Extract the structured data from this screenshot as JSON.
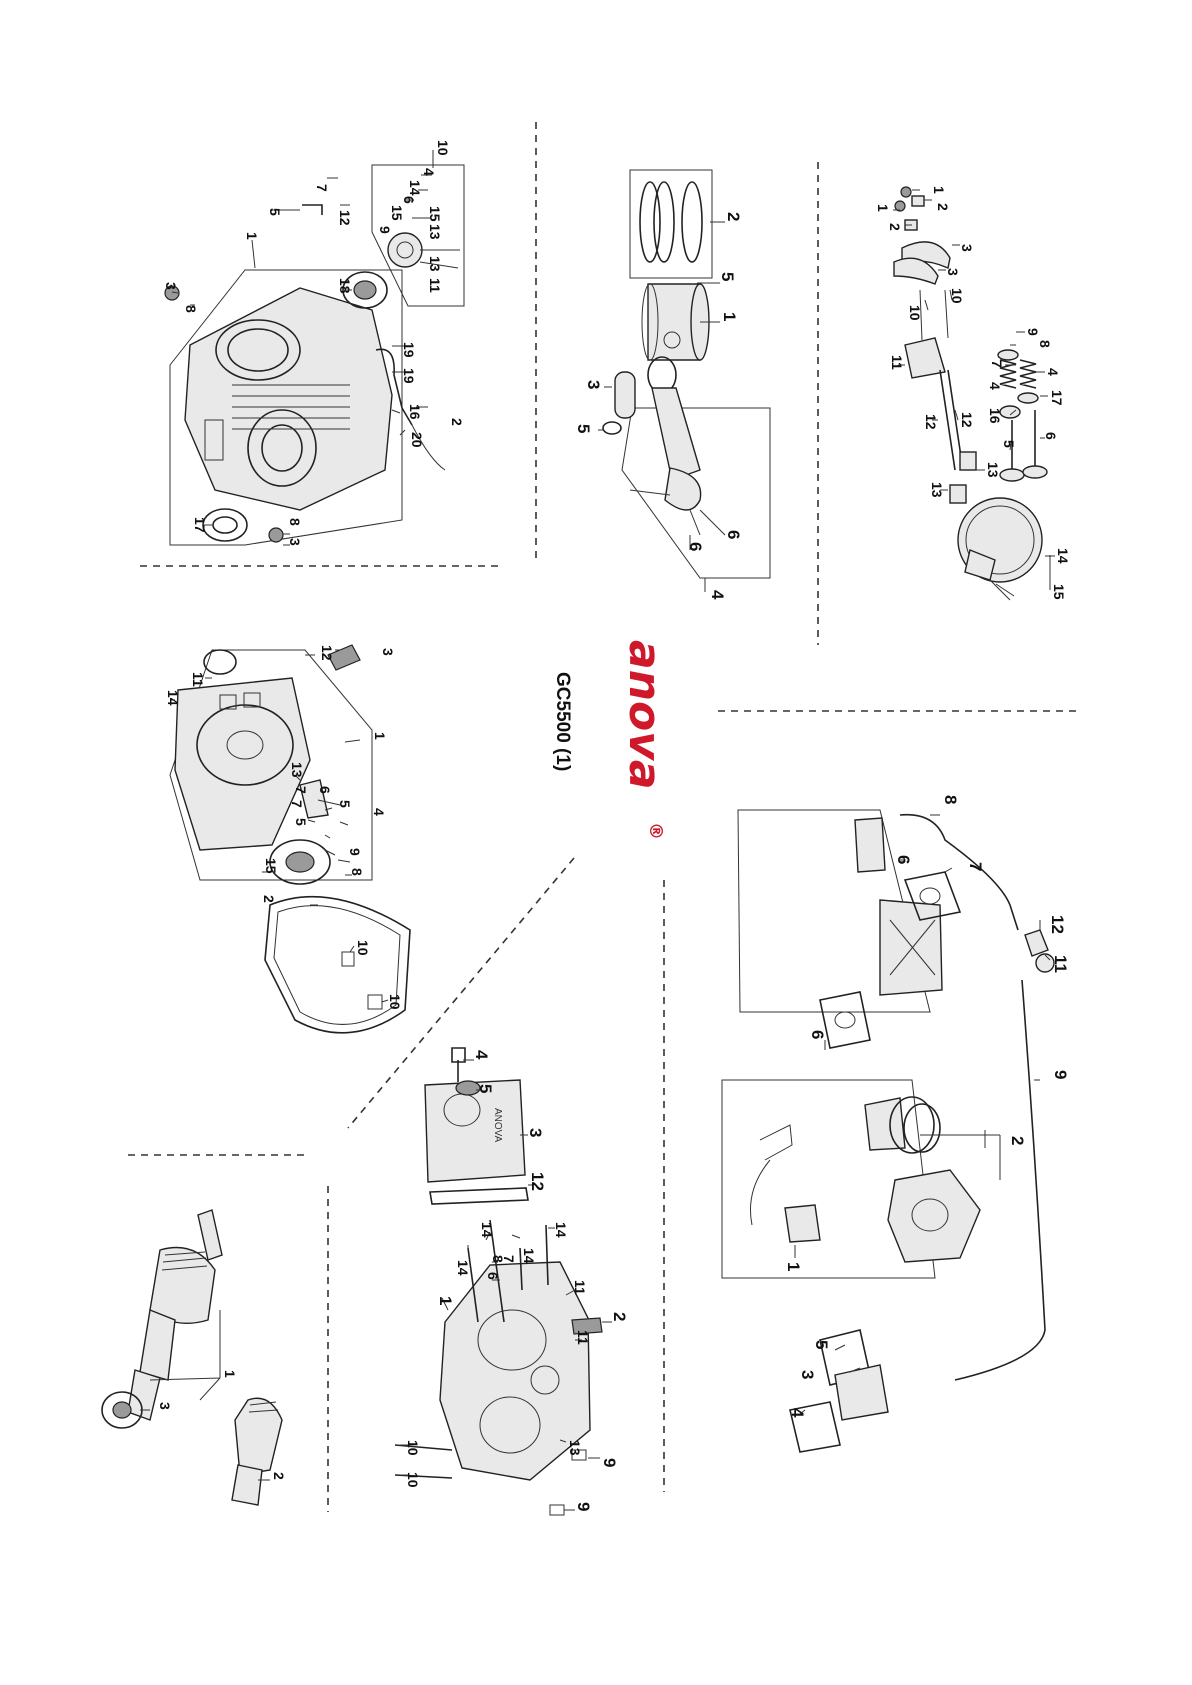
{
  "document": {
    "model_title": "GC5500 (1)",
    "brand": {
      "name": "anova",
      "registered_mark": "®",
      "color": "#d0182b"
    }
  },
  "diagrams": {
    "crankcase": {
      "labels": [
        "10",
        "7",
        "4",
        "14",
        "6",
        "15",
        "15",
        "13",
        "9",
        "13",
        "11",
        "5",
        "12",
        "1",
        "18",
        "3",
        "8",
        "19",
        "19",
        "2",
        "16",
        "20",
        "8",
        "3",
        "17"
      ]
    },
    "piston": {
      "labels": [
        "2",
        "5",
        "1",
        "3",
        "5",
        "6",
        "6",
        "4"
      ]
    },
    "valve_train": {
      "labels": [
        "1",
        "2",
        "1",
        "2",
        "3",
        "3",
        "10",
        "10",
        "11",
        "9",
        "8",
        "7",
        "4",
        "4",
        "17",
        "16",
        "12",
        "12",
        "5",
        "6",
        "13",
        "13",
        "14",
        "15"
      ]
    },
    "crankcase_cover": {
      "labels": [
        "12",
        "3",
        "11",
        "14",
        "1",
        "13",
        "7",
        "6",
        "5",
        "7",
        "5",
        "4",
        "9",
        "15",
        "8",
        "2",
        "10",
        "10"
      ]
    },
    "cylinder_head": {
      "labels": [
        "4",
        "5",
        "3",
        "12",
        "14",
        "14",
        "14",
        "8",
        "7",
        "14",
        "6",
        "11",
        "2",
        "11",
        "1",
        "13",
        "9",
        "9",
        "10",
        "10"
      ]
    },
    "crankshaft": {
      "labels": [
        "1",
        "3",
        "2"
      ]
    },
    "fuel_system": {
      "labels": [
        "8",
        "6",
        "7",
        "12",
        "11",
        "6",
        "9",
        "2",
        "1",
        "5",
        "3",
        "4"
      ]
    }
  }
}
